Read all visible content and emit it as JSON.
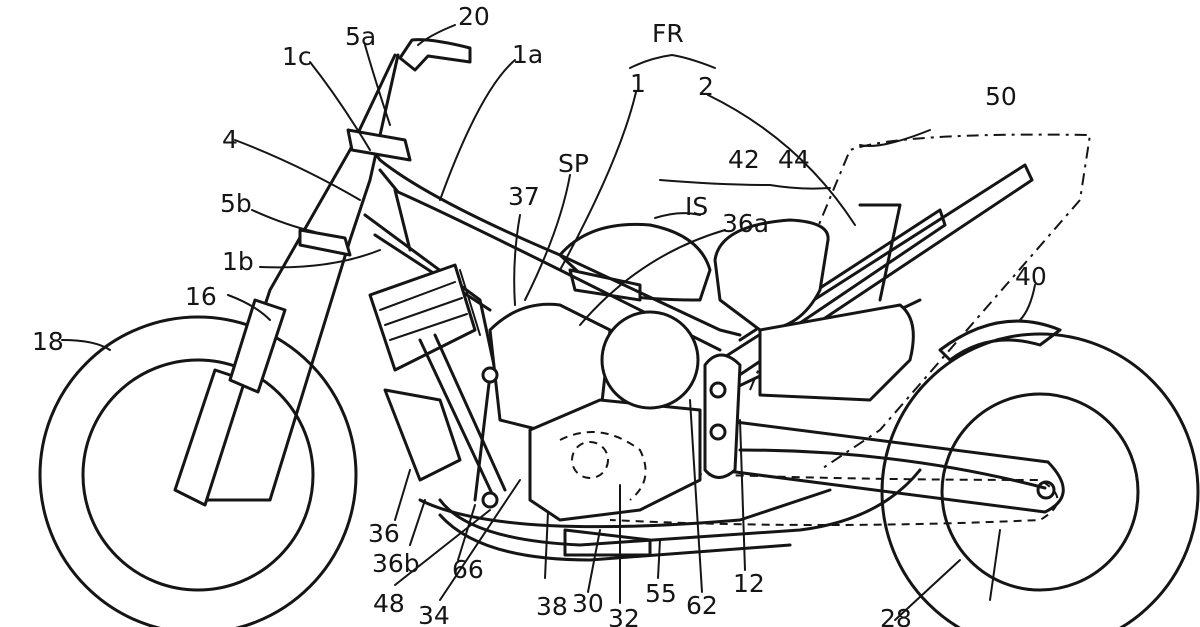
{
  "labels": {
    "l20": "20",
    "l5a": "5a",
    "l1c": "1c",
    "l1a": "1a",
    "lFR": "FR",
    "l1": "1",
    "l2": "2",
    "l50": "50",
    "l4": "4",
    "l42": "42",
    "l44": "44",
    "lSP": "SP",
    "l37": "37",
    "lIS": "IS",
    "l36a": "36a",
    "l5b": "5b",
    "l1b": "1b",
    "l16": "16",
    "l40": "40",
    "l18": "18",
    "l36": "36",
    "l36b": "36b",
    "l66": "66",
    "l48": "48",
    "l34": "34",
    "l38": "38",
    "l30": "30",
    "l32": "32",
    "l55": "55",
    "l62": "62",
    "l12": "12",
    "l28": "28"
  }
}
